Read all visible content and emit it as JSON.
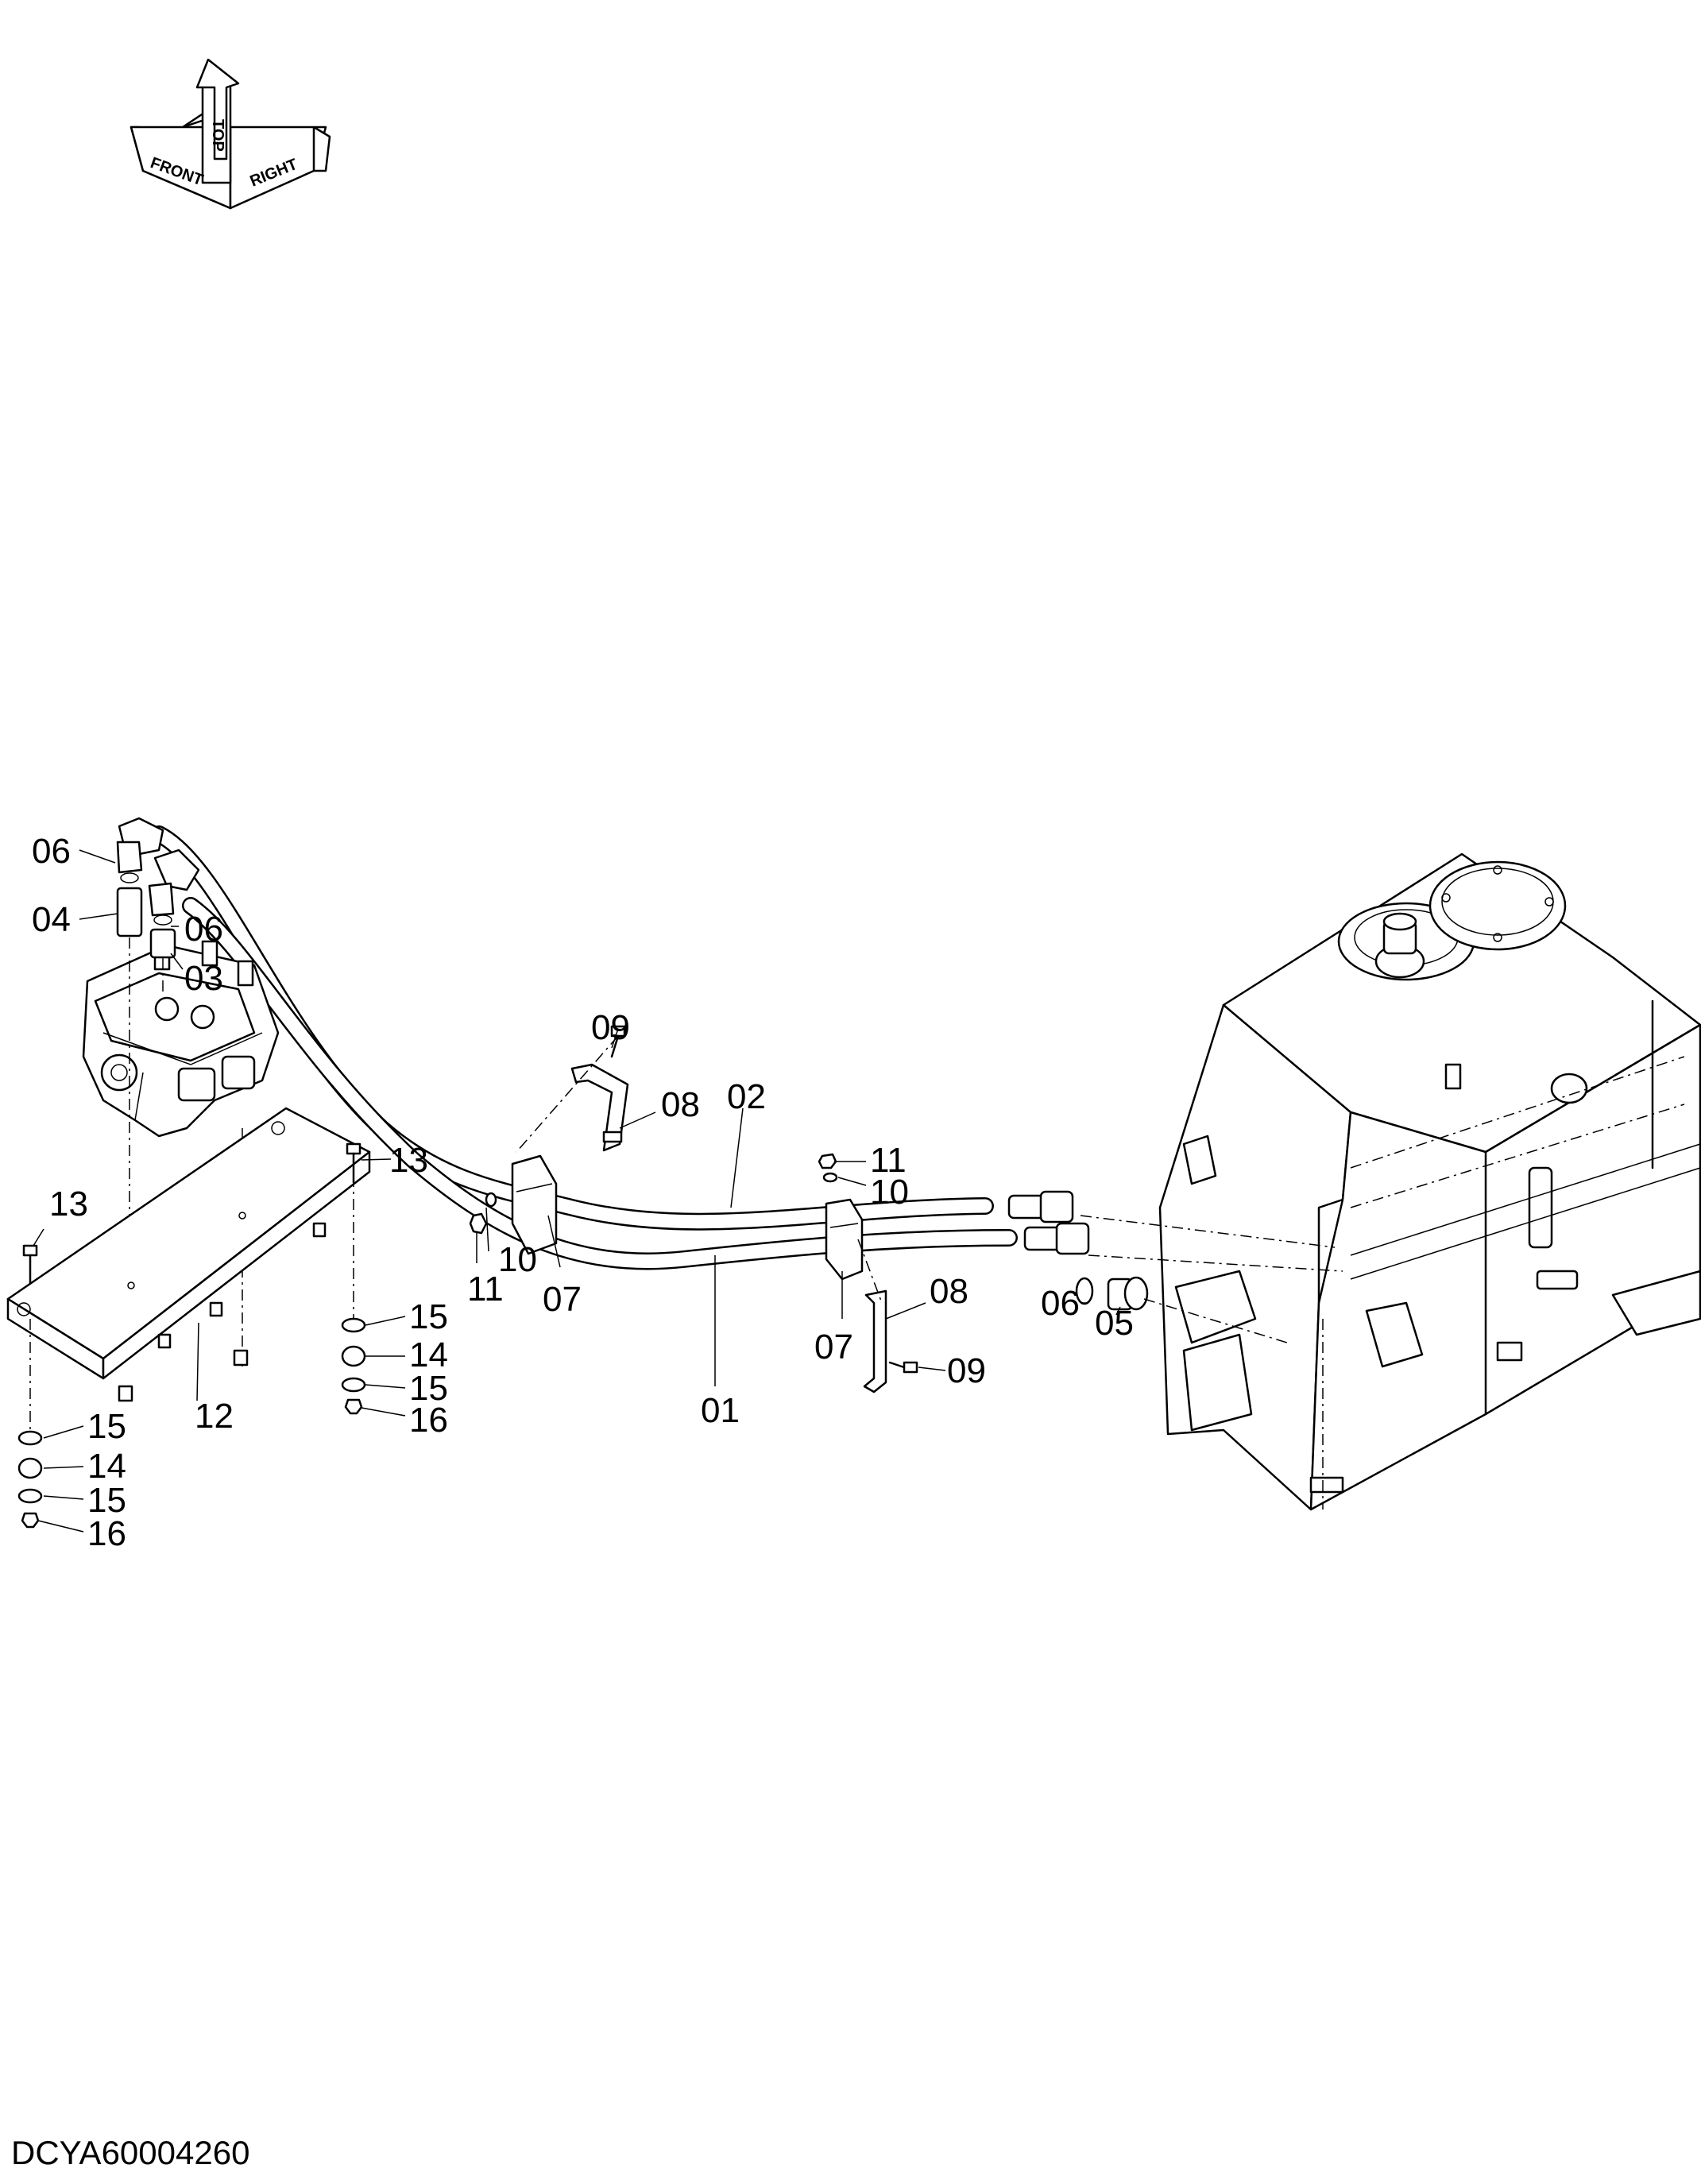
{
  "orientation_indicator": {
    "labels": [
      "FRONT",
      "TOP",
      "RIGHT"
    ]
  },
  "callouts": {
    "c01": "01",
    "c02": "02",
    "c03": "03",
    "c04": "04",
    "c05": "05",
    "c06a": "06",
    "c06b": "06",
    "c06c": "06",
    "c07a": "07",
    "c07b": "07",
    "c08a": "08",
    "c08b": "08",
    "c09a": "09",
    "c09b": "09",
    "c10a": "10",
    "c10b": "10",
    "c11a": "11",
    "c11b": "11",
    "c12": "12",
    "c13a": "13",
    "c13b": "13",
    "c14a": "14",
    "c14b": "14",
    "c15a": "15",
    "c15b": "15",
    "c15c": "15",
    "c15d": "15",
    "c16a": "16",
    "c16b": "16"
  },
  "drawing_code": "DCYA60004260"
}
